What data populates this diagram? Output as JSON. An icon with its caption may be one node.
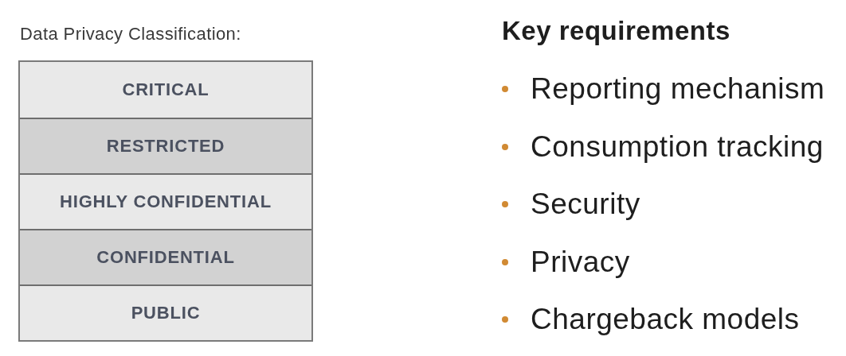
{
  "diagram": {
    "nodes": [
      {
        "text": [
          "Data Privacy Classification:"
        ]
      },
      {
        "text": [
          "CRITICAL"
        ],
        "in": 0
      },
      {
        "text": [
          "RESTRICTED"
        ],
        "in": 0
      },
      {
        "text": [
          "HIGHLY CONFIDENTIAL"
        ],
        "in": 0
      },
      {
        "text": [
          "CONFIDENTIAL"
        ],
        "in": 0
      },
      {
        "text": [
          "PUBLIC"
        ],
        "in": 0
      }
    ],
    "labels": [
      "Key requirements",
      "Reporting mechanism",
      "Consumption tracking",
      "Security",
      "Privacy",
      "Chargeback models"
    ]
  }
}
